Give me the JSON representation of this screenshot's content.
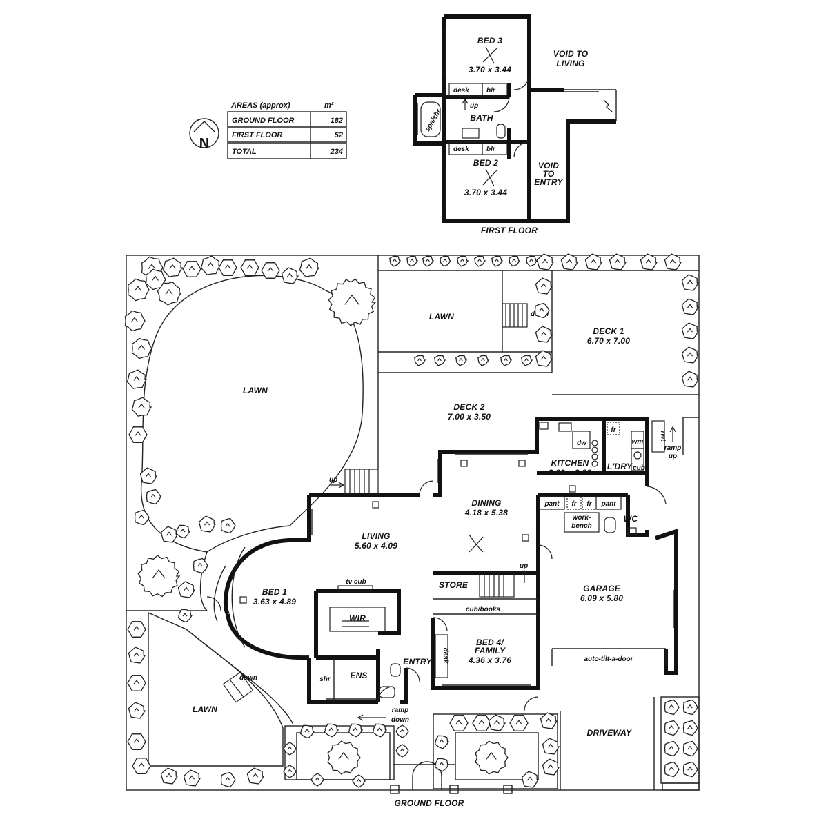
{
  "areas_table": {
    "title": "AREAS (approx)",
    "unit": "m²",
    "rows": [
      {
        "label": "GROUND FLOOR",
        "value": "182"
      },
      {
        "label": "FIRST FLOOR",
        "value": "52"
      },
      {
        "label": "TOTAL",
        "value": "234"
      }
    ]
  },
  "north": "N",
  "first_floor": {
    "title": "FIRST FLOOR",
    "bed3": {
      "name": "BED 3",
      "size": "3.70 x 3.44"
    },
    "bed2": {
      "name": "BED 2",
      "size": "3.70 x 3.44"
    },
    "bath": "BATH",
    "spa": "spa/shr",
    "up": "up",
    "desk": "desk",
    "blr": "blr",
    "void_living": [
      "VOID TO",
      "LIVING"
    ],
    "void_entry": [
      "VOID",
      "TO",
      "ENTRY"
    ]
  },
  "ground_floor": {
    "title": "GROUND FLOOR",
    "lawn": "LAWN",
    "deck1": {
      "name": "DECK 1",
      "size": "6.70 x 7.00"
    },
    "deck2": {
      "name": "DECK 2",
      "size": "7.00 x 3.50"
    },
    "kitchen": {
      "name": "KITCHEN",
      "size": "2.82 x 3.88"
    },
    "ldry": "L'DRY",
    "dining": {
      "name": "DINING",
      "size": "4.18 x 5.38"
    },
    "living": {
      "name": "LIVING",
      "size": "5.60 x 4.09"
    },
    "bed1": {
      "name": "BED 1",
      "size": "3.63 x 4.89"
    },
    "bed4": {
      "name": [
        "BED 4/",
        "FAMILY"
      ],
      "size": "4.36 x 3.76"
    },
    "garage": {
      "name": "GARAGE",
      "size": "6.09 x 5.80"
    },
    "wir": "WIR",
    "ens": "ENS",
    "shr": "shr",
    "entry": "ENTRY",
    "store": "STORE",
    "wc": "WC",
    "driveway": "DRIVEWAY",
    "tv_cub": "tv cub",
    "cub_books": "cub/books",
    "desk": "desk",
    "workbench": [
      "work-",
      "bench"
    ],
    "pant": "pant",
    "fr": "fr",
    "dw": "dw",
    "wm": "wm",
    "cub": "cub",
    "rwt": "rwt",
    "ramp_up": [
      "ramp",
      "up"
    ],
    "ramp_down": [
      "ramp",
      "down"
    ],
    "auto_door": "auto-tilt-a-door",
    "down": "down",
    "up": "up"
  }
}
